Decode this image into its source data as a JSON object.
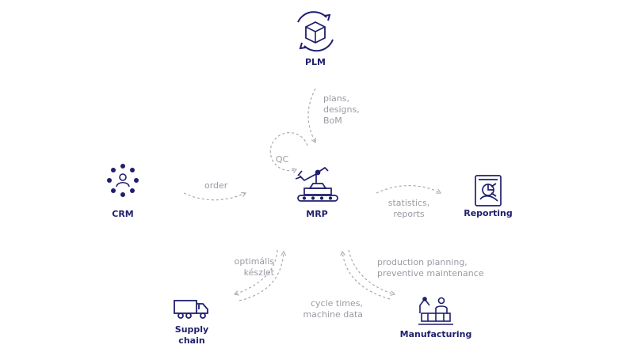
{
  "colors": {
    "node": "#1f1f6e",
    "edge": "#a8a8b0",
    "edge_text": "#9a9aa4"
  },
  "nodes": {
    "plm": {
      "label": "PLM",
      "icon": "box-cycle-icon"
    },
    "crm": {
      "label": "CRM",
      "icon": "people-network-icon"
    },
    "mrp": {
      "label": "MRP",
      "icon": "robot-arm-conveyor-icon"
    },
    "reporting": {
      "label": "Reporting",
      "icon": "tablet-chart-icon"
    },
    "supply_chain": {
      "label_lines": [
        "Supply",
        "chain"
      ],
      "icon": "truck-icon"
    },
    "manufacturing": {
      "label": "Manufacturing",
      "icon": "factory-workers-icon"
    }
  },
  "qc": {
    "label": "QC"
  },
  "edges": {
    "plm_mrp": {
      "lines": [
        "plans,",
        "designs,",
        "BoM"
      ]
    },
    "crm_mrp": {
      "label": "order"
    },
    "mrp_reporting": {
      "lines": [
        "statistics,",
        "reports"
      ]
    },
    "mrp_supply": {
      "lines": [
        "optimális",
        "készlet"
      ]
    },
    "mrp_manufacturing": {
      "lines": [
        "production planning,",
        "preventive maintenance"
      ]
    },
    "manufacturing_mrp": {
      "lines": [
        "cycle times,",
        "machine data"
      ]
    }
  }
}
